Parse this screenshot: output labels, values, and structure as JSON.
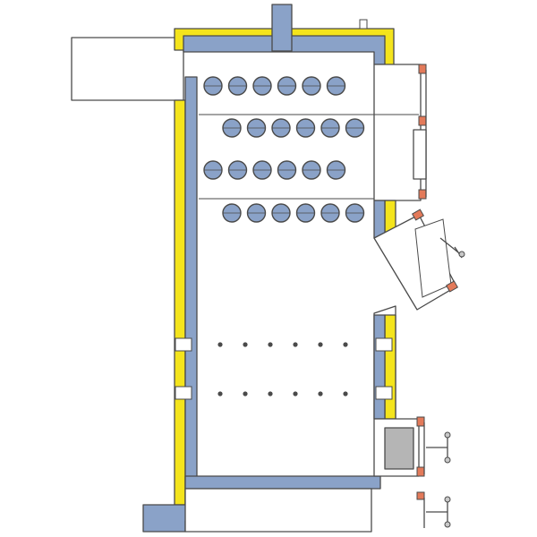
{
  "colors": {
    "background": "#ffffff",
    "insulation": "#f4e41c",
    "water_jacket": "#8aa2c8",
    "tube": "#8aa2c8",
    "gasket": "#e37a5a",
    "outline": "#4a4a4a",
    "metal": "#c9c9c9",
    "ash_tray": "#b5b5b5"
  },
  "tube_rows": [
    6,
    6,
    6,
    6
  ],
  "air_hole_rows": [
    6,
    6
  ],
  "doors": [
    "loading-door",
    "fuel-door",
    "ash-door"
  ]
}
